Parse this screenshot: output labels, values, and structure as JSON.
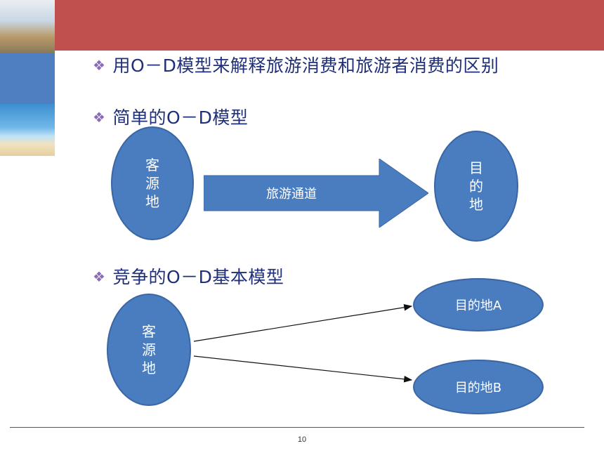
{
  "bullets": [
    "用O－D模型来解释旅游消费和旅游者消费的区别",
    "简单的O－D模型",
    "竞争的O－D基本模型"
  ],
  "simple_model": {
    "origin": "客源地",
    "channel": "旅游通道",
    "destination": "目的地"
  },
  "competitive_model": {
    "origin": "客源地",
    "destination_a": "目的地A",
    "destination_b": "目的地B"
  },
  "footer": {
    "page_number": "10"
  },
  "colors": {
    "header_bar": "#c0504d",
    "shape_fill": "#4a7cc0",
    "bullet_text": "#1f2f7a",
    "bullet_marker": "#8a6bb5"
  },
  "icons": {
    "bullet_marker": "diamond-bullet-icon"
  }
}
